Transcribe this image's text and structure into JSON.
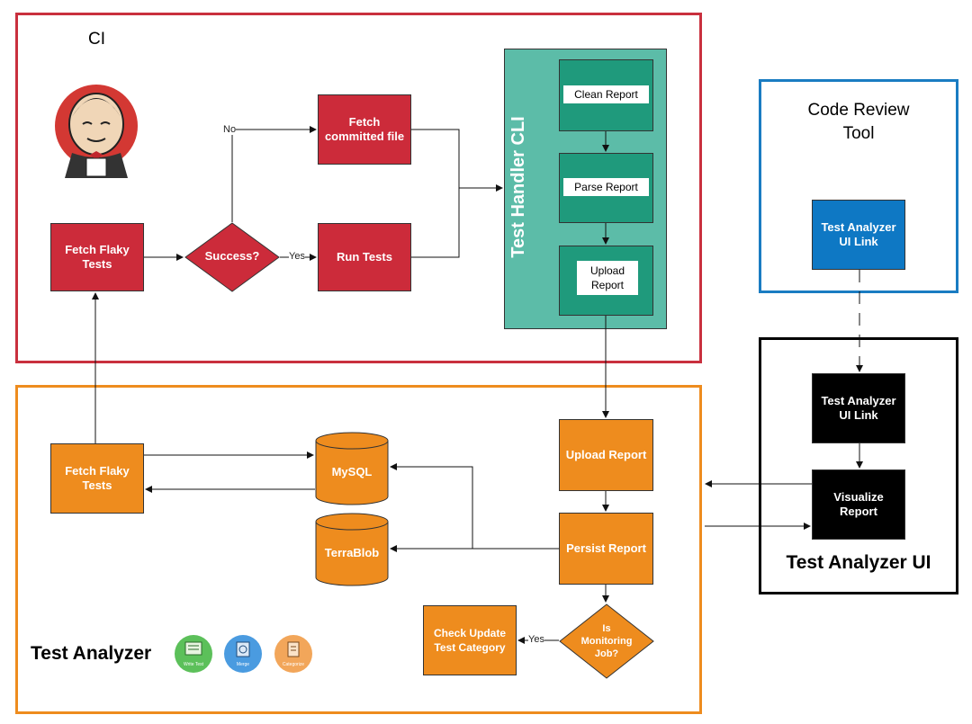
{
  "ci": {
    "title": "CI",
    "fetch_flaky": "Fetch Flaky Tests",
    "decision": "Success?",
    "fetch_committed": "Fetch committed file",
    "run_tests": "Run Tests",
    "edge_no": "No",
    "edge_yes": "Yes"
  },
  "cli": {
    "title": "Test Handler CLI",
    "clean": "Clean Report",
    "parse": "Parse Report",
    "upload": "Upload Report"
  },
  "code_review": {
    "title_line1": "Code Review",
    "title_line2": "Tool",
    "link": "Test Analyzer UI Link"
  },
  "ta_ui": {
    "title": "Test Analyzer UI",
    "link": "Test Analyzer UI Link",
    "visualize": "Visualize Report"
  },
  "analyzer": {
    "title": "Test Analyzer",
    "fetch_flaky": "Fetch Flaky Tests",
    "mysql": "MySQL",
    "terrablob": "TerraBlob",
    "upload": "Upload Report",
    "persist": "Persist Report",
    "decision": "Is Monitoring Job?",
    "check_update": "Check Update Test Category",
    "edge_yes": "Yes",
    "logos": [
      {
        "name": "Write Test",
        "color": "#5cc05a"
      },
      {
        "name": "Merge",
        "color": "#4a9be0"
      },
      {
        "name": "Categorize",
        "color": "#f2a65a"
      }
    ]
  },
  "colors": {
    "ci_border": "#c9303e",
    "analyzer_border": "#ee8c1e",
    "code_review_border": "#1a7cc2",
    "ta_ui_border": "#000000",
    "cli_bg": "#5cbca8"
  }
}
